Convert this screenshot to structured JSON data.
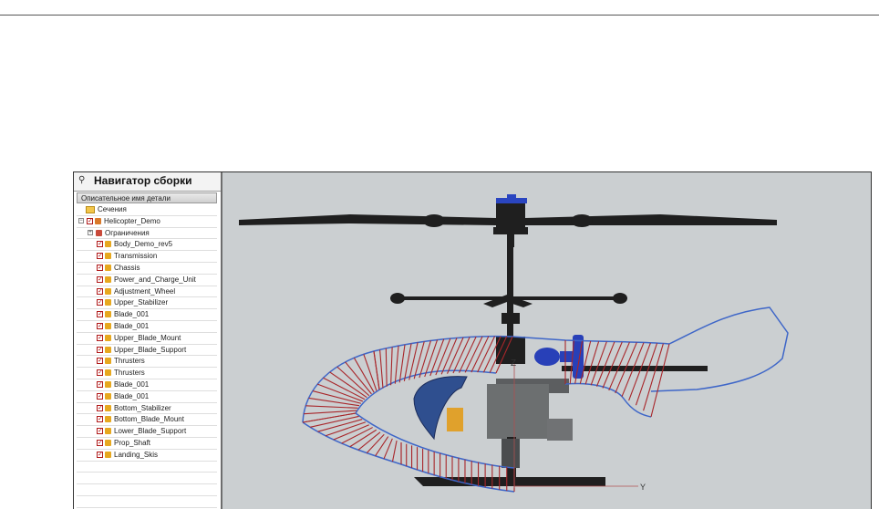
{
  "navigator": {
    "title": "Навигатор сборки",
    "column_header": "Описательное имя детали",
    "sections_label": "Сечения",
    "root_label": "Helicopter_Demo",
    "constraints_label": "Ограничения",
    "parts": [
      "Body_Demo_rev5",
      "Transmission",
      "Chassis",
      "Power_and_Charge_Unit",
      "Adjustment_Wheel",
      "Upper_Stabilizer",
      "Blade_001",
      "Blade_001",
      "Upper_Blade_Mount",
      "Upper_Blade_Support",
      "Thrusters",
      "Thrusters",
      "Blade_001",
      "Blade_001",
      "Bottom_Stabilizer",
      "Bottom_Blade_Mount",
      "Lower_Blade_Support",
      "Prop_Shaft",
      "Landing_Skis"
    ]
  },
  "viewport": {
    "axis_z": "Z",
    "axis_y": "Y"
  },
  "colors": {
    "viewport_bg": "#cbcfd1",
    "wire_blue": "#3e66c8",
    "rib_red": "#a8262a",
    "checkbox_red": "#b01818",
    "part_icon": "#e7a81f"
  }
}
